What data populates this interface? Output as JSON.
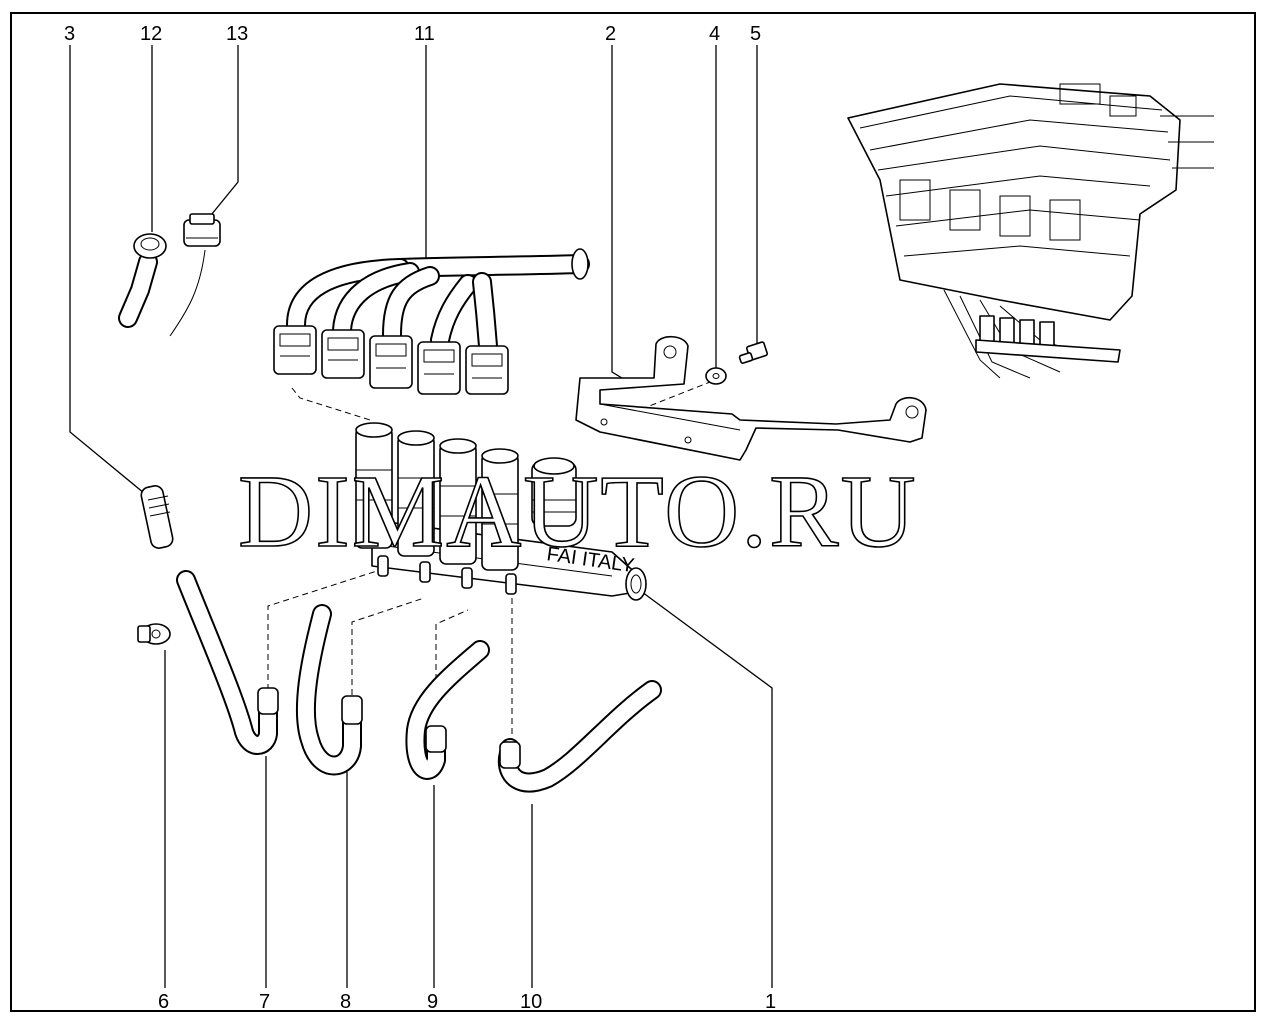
{
  "diagram": {
    "callouts": [
      "1",
      "2",
      "3",
      "4",
      "5",
      "6",
      "7",
      "8",
      "9",
      "10",
      "11",
      "12",
      "13"
    ],
    "watermark": "DIMAUTO.RU",
    "body_marking": [
      "FAI ITALY"
    ]
  }
}
